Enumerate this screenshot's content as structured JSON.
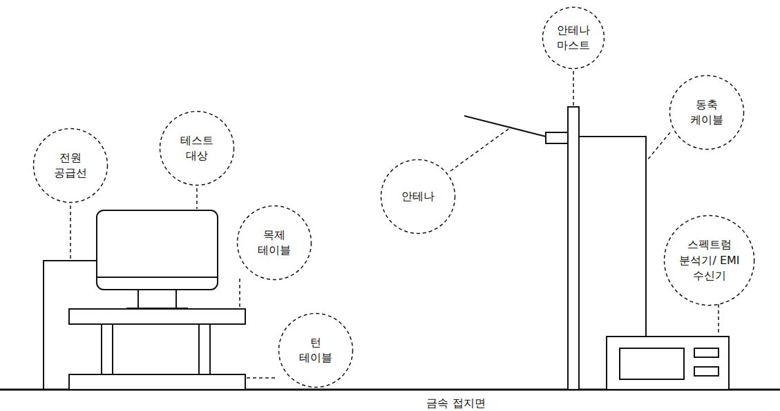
{
  "diagram": {
    "nodes": [
      {
        "text": [
          "안테나 마스트"
        ]
      },
      {
        "text": [
          "동축 케이블"
        ]
      },
      {
        "text": [
          "전원 공급선"
        ]
      },
      {
        "text": [
          "테스트 대상"
        ]
      },
      {
        "text": [
          "안테나"
        ]
      },
      {
        "text": [
          "목제 테이블"
        ]
      },
      {
        "text": [
          "스펙트럼 분석기/ EMI 수신기"
        ]
      },
      {
        "text": [
          "턴 테이블"
        ]
      }
    ],
    "labels": [
      "금속 접지면"
    ]
  }
}
